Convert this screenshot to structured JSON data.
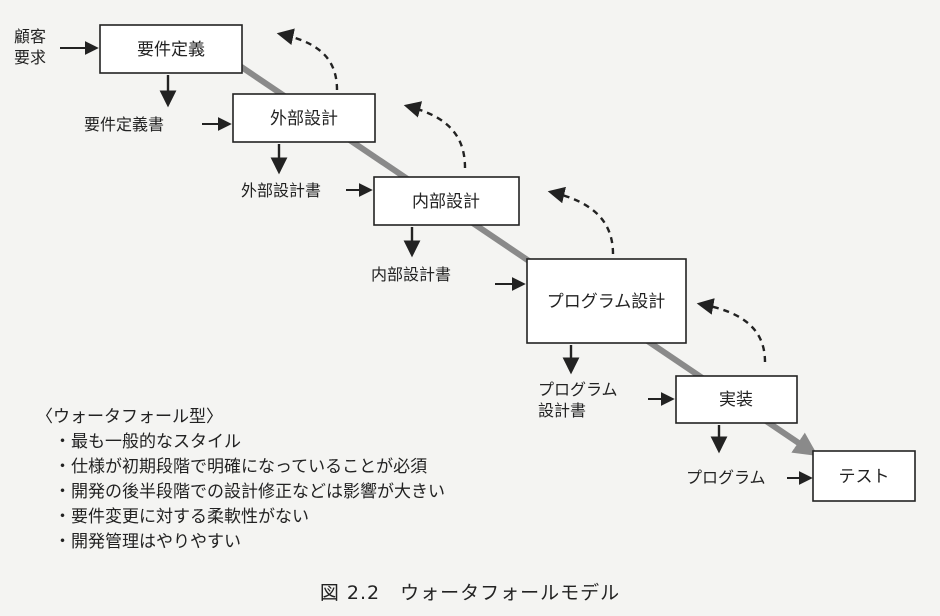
{
  "input": {
    "line1": "顧客",
    "line2": "要求"
  },
  "phases": [
    {
      "id": "requirements",
      "label": "要件定義"
    },
    {
      "id": "external-design",
      "label": "外部設計"
    },
    {
      "id": "internal-design",
      "label": "内部設計"
    },
    {
      "id": "program-design",
      "label": "プログラム設計"
    },
    {
      "id": "implementation",
      "label": "実装"
    },
    {
      "id": "test",
      "label": "テスト"
    }
  ],
  "documents": [
    {
      "id": "requirements-doc",
      "lines": [
        "要件定義書"
      ]
    },
    {
      "id": "external-design-doc",
      "lines": [
        "外部設計書"
      ]
    },
    {
      "id": "internal-design-doc",
      "lines": [
        "内部設計書"
      ]
    },
    {
      "id": "program-design-doc",
      "lines": [
        "プログラム",
        "設計書"
      ]
    },
    {
      "id": "program-doc",
      "lines": [
        "プログラム"
      ]
    }
  ],
  "notes": {
    "title": "〈ウォータフォール型〉",
    "items": [
      "・最も一般的なスタイル",
      "・仕様が初期段階で明確になっていることが必須",
      "・開発の後半段階での設計修正などは影響が大きい",
      "・要件変更に対する柔軟性がない",
      "・開発管理はやりやすい"
    ]
  },
  "caption": "図 2.2　ウォータフォールモデル",
  "colors": {
    "flow": "#8a8a8a",
    "ink": "#222222",
    "box_fill": "#ffffff"
  }
}
